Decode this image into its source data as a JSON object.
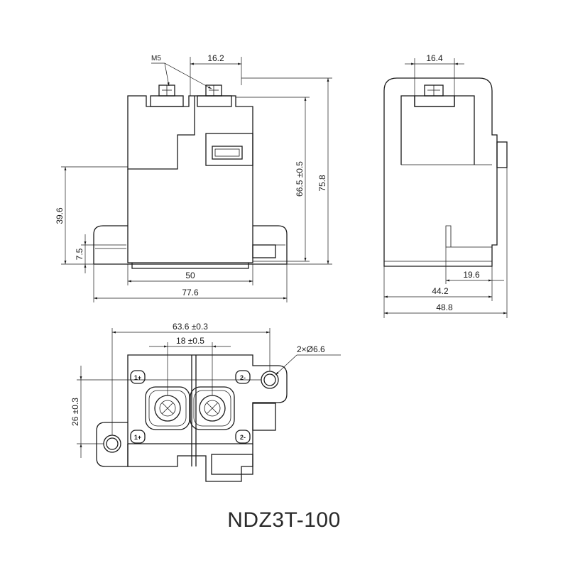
{
  "model": "NDZ3T-100",
  "front_view": {
    "thread_label": "M5",
    "terminal_spacing": "16.2",
    "height_to_terminal_top": "66.5 ±0.5",
    "overall_height": "75.8",
    "mount_height": "39.6",
    "flange_thickness": "7.5",
    "base_width": "50",
    "overall_width": "77.6"
  },
  "side_view": {
    "terminal_width": "16.4",
    "offset": "19.6",
    "body_depth": "44.2",
    "overall_depth": "48.8"
  },
  "top_view": {
    "hole_spacing": "63.6 ±0.3",
    "terminal_pitch": "18 ±0.5",
    "holes": "2×Ø6.6",
    "vertical_spacing": "26 ±0.3",
    "terminal_marks": [
      "1+",
      "2-",
      "1+",
      "2-"
    ]
  }
}
